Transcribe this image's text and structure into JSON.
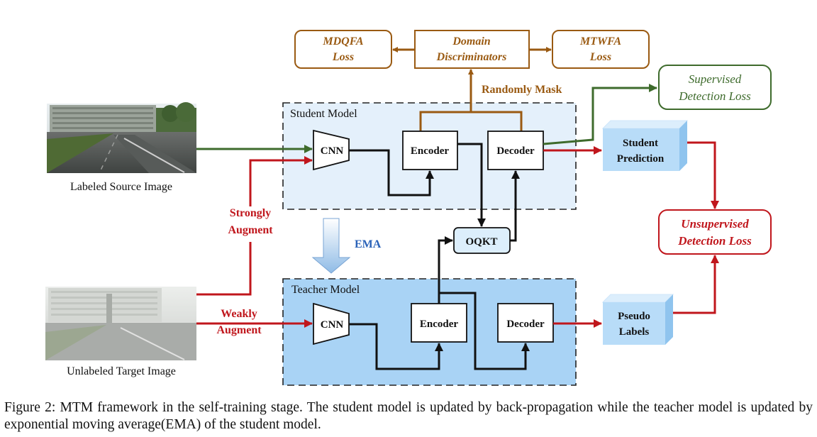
{
  "caption": "Figure 2: MTM framework in the self-training stage. The student model is updated by back-propagation while the teacher model is updated by exponential moving average(EMA) of the student model.",
  "images": {
    "source_label": "Labeled Source Image",
    "target_label": "Unlabeled Target Image"
  },
  "losses": {
    "mdqfa": [
      "MDQFA",
      "Loss"
    ],
    "domain_discriminators": [
      "Domain",
      "Discriminators"
    ],
    "mtwfa": [
      "MTWFA",
      "Loss"
    ],
    "supervised": [
      "Supervised",
      "Detection Loss"
    ],
    "unsupervised": [
      "Unsupervised",
      "Detection Loss"
    ]
  },
  "labels": {
    "randomly_mask": "Randomly Mask",
    "strongly_augment": [
      "Strongly",
      "Augment"
    ],
    "weakly_augment": [
      "Weakly",
      "Augment"
    ],
    "ema": "EMA",
    "oqkt": "OQKT"
  },
  "student": {
    "title": "Student Model",
    "cnn": "CNN",
    "encoder": "Encoder",
    "decoder": "Decoder",
    "prediction": [
      "Student",
      "Prediction"
    ]
  },
  "teacher": {
    "title": "Teacher Model",
    "cnn": "CNN",
    "encoder": "Encoder",
    "decoder": "Decoder",
    "pseudo": [
      "Pseudo",
      "Labels"
    ]
  },
  "colors": {
    "brown": "#9a5a12",
    "green": "#3e6b2c",
    "red": "#c0161c",
    "black": "#111111",
    "student_bg": "#e4f0fb",
    "teacher_bg": "#a9d3f5",
    "cube_face": "#b8dcf8",
    "ema_blue": "#2a62b8"
  }
}
